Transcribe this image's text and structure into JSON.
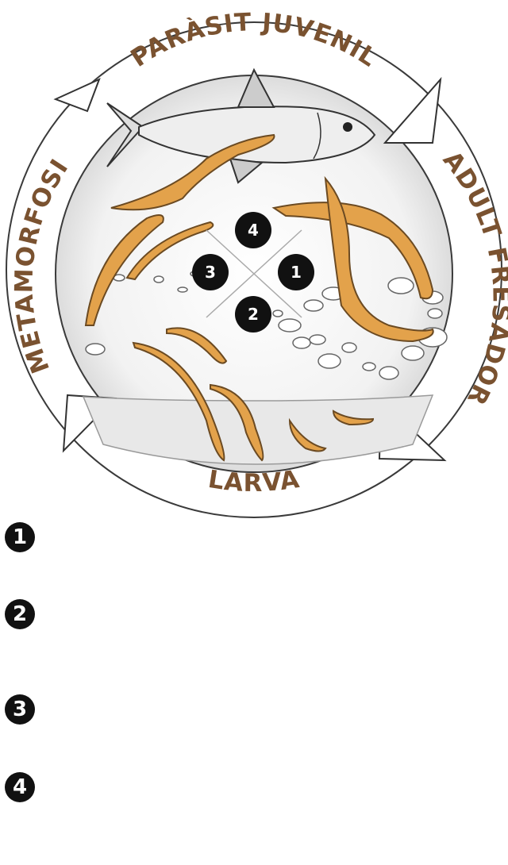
{
  "colors": {
    "label": "#7a5230",
    "lamprey": "#e3a24b",
    "ring": "#3a3a3a",
    "badge": "#111111"
  },
  "stages": {
    "top": "PARÀSIT JUVENIL",
    "right": "ADULT FRESADOR",
    "bottom": "LARVA",
    "left": "METAMORFOSI"
  },
  "center_badges": [
    "4",
    "3",
    "1",
    "2"
  ],
  "legend": [
    {
      "num": "1",
      "text": ""
    },
    {
      "num": "2",
      "text": ""
    },
    {
      "num": "3",
      "text": ""
    },
    {
      "num": "4",
      "text": ""
    }
  ]
}
